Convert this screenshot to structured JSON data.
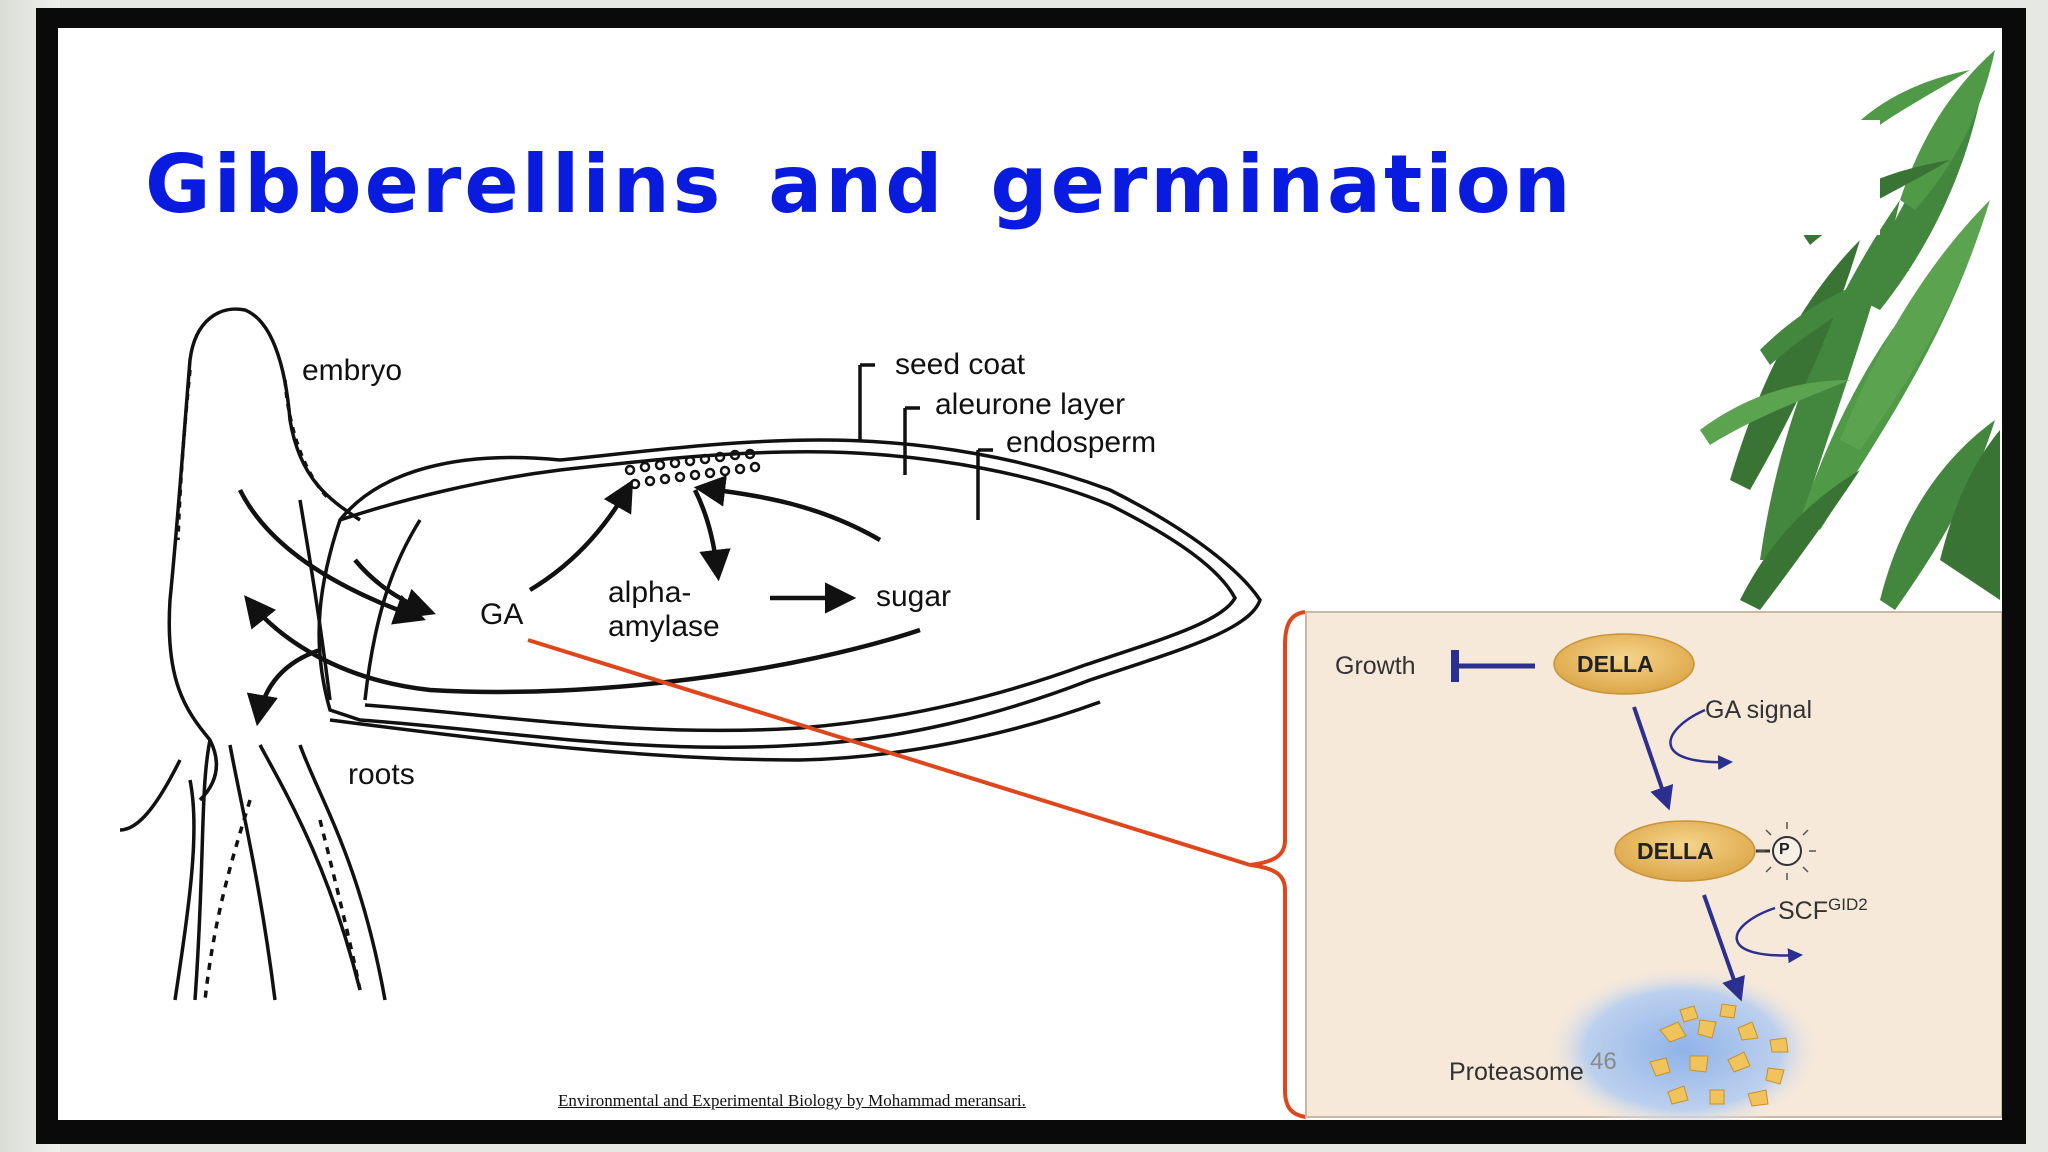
{
  "slide": {
    "title": "Gibberellins and germination",
    "page_number": "46",
    "credit": "Environmental and Experimental Biology by Mohammad meransari."
  },
  "seed_diagram": {
    "embryo": "embryo",
    "seed_coat": "seed coat",
    "aleurone_layer": "aleurone layer",
    "endosperm": "endosperm",
    "ga": "GA",
    "alpha_amylase_line1": "alpha-",
    "alpha_amylase_line2": "amylase",
    "sugar": "sugar",
    "roots": "roots"
  },
  "signaling_inset": {
    "growth": "Growth",
    "della_top": "DELLA",
    "ga_signal": "GA signal",
    "della_bottom": "DELLA",
    "phosphate": "P",
    "scf": "SCF",
    "scf_superscript": "GID2",
    "proteasome": "Proteasome"
  },
  "colors": {
    "title": "#0a1be0",
    "connector": "#e0461c",
    "inset_bg": "#f7e9da",
    "della_fill": "#e9b85a",
    "pathway_arrow": "#2b2f8f"
  }
}
